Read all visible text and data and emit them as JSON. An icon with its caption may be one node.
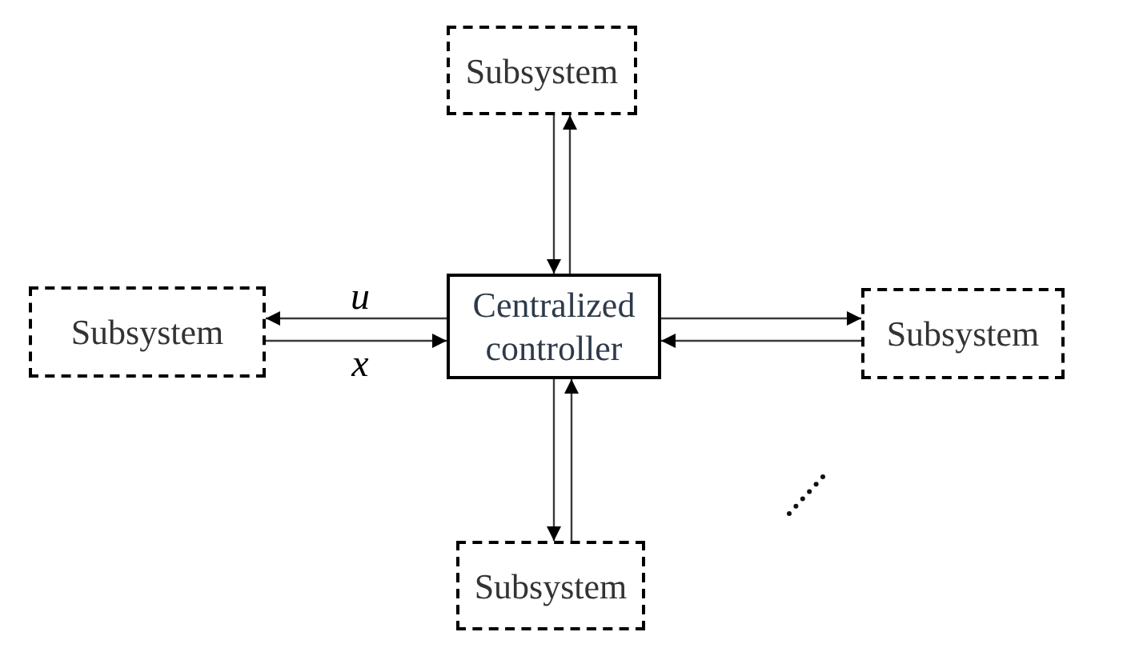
{
  "diagram": {
    "nodes": [
      {
        "text": [
          "Subsystem"
        ]
      },
      {
        "text": [
          "Subsystem"
        ]
      },
      {
        "text": [
          "Centralized controller"
        ]
      },
      {
        "text": [
          "Subsystem"
        ]
      },
      {
        "text": [
          "Subsystem"
        ]
      }
    ],
    "edges": [
      {
        "from": 0,
        "to": 2,
        "arrow": "to"
      },
      {
        "from": 2,
        "to": 0,
        "arrow": "to"
      },
      {
        "from": 2,
        "to": 1,
        "arrow": "to",
        "label": "u"
      },
      {
        "from": 1,
        "to": 2,
        "arrow": "to",
        "label": "x"
      },
      {
        "from": 2,
        "to": 3,
        "arrow": "to"
      },
      {
        "from": 3,
        "to": 2,
        "arrow": "to"
      },
      {
        "from": 2,
        "to": 4,
        "arrow": "to"
      },
      {
        "from": 4,
        "to": 2,
        "arrow": "to"
      }
    ]
  }
}
